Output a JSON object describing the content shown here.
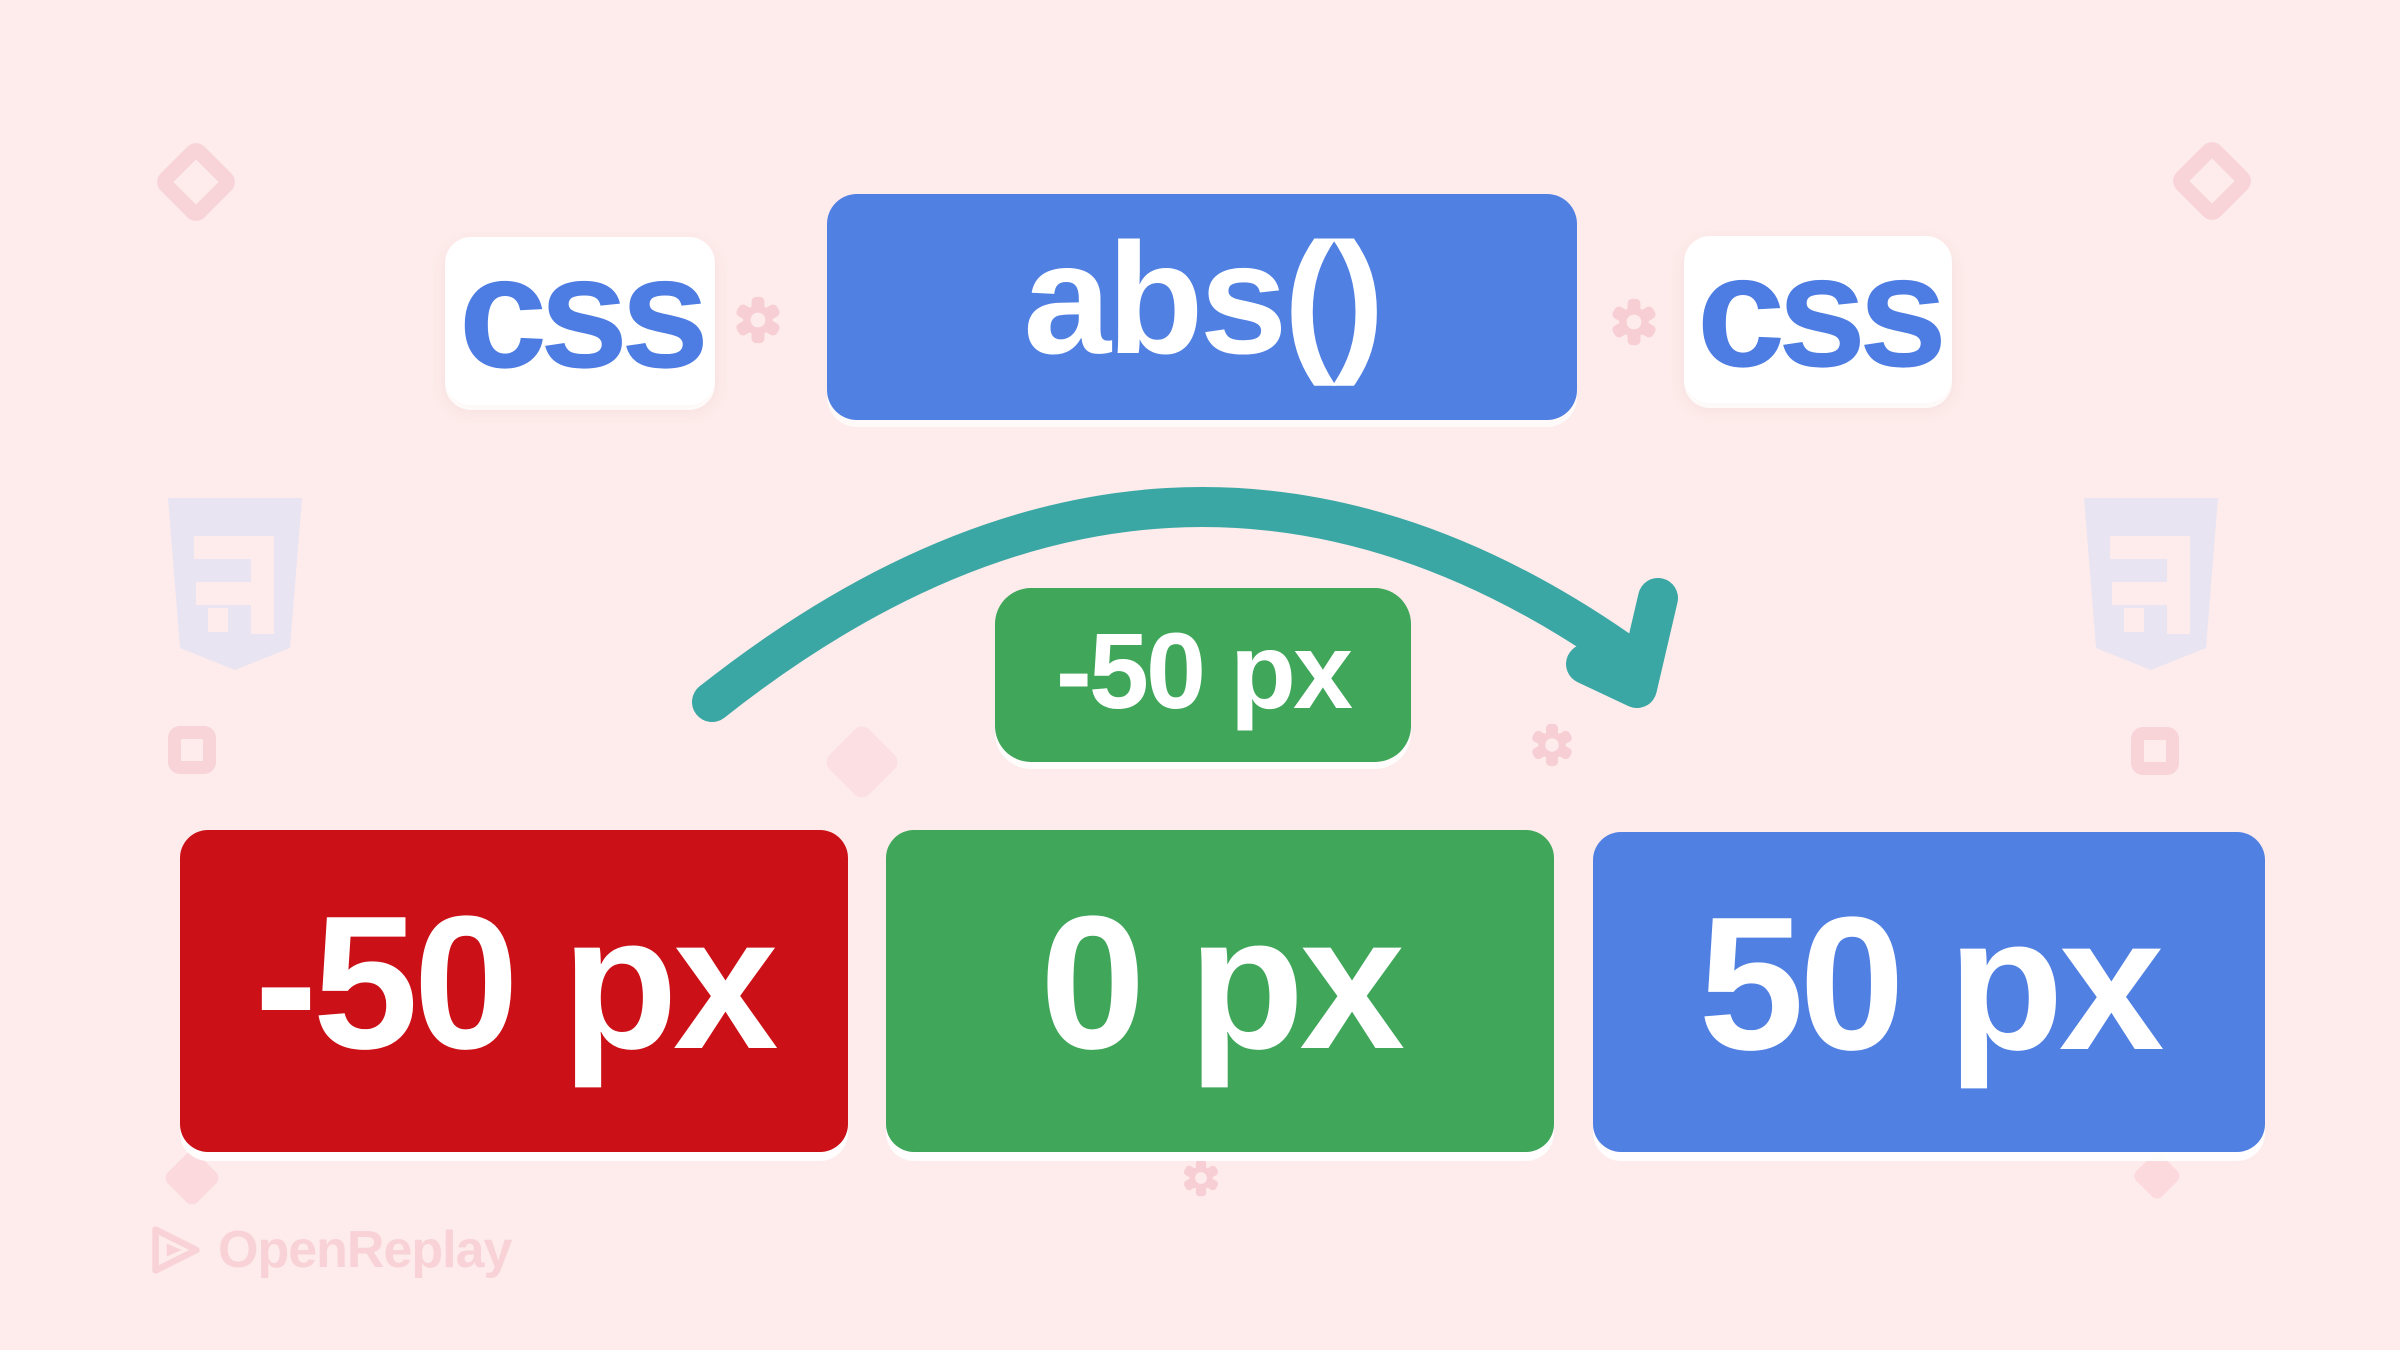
{
  "badges": {
    "css_left": "css",
    "function_name": "abs()",
    "css_right": "css"
  },
  "offset_badge": {
    "label": "-50 px"
  },
  "number_boxes": [
    {
      "label": "-50 px",
      "color": "#cb1117"
    },
    {
      "label": "0 px",
      "color": "#3fa65a"
    },
    {
      "label": "50 px",
      "color": "#5180e3"
    }
  ],
  "arrow": {
    "color": "#3aa7a4",
    "direction": "left-to-right"
  },
  "watermark": {
    "text": "OpenReplay"
  },
  "decorations": [
    "css3-shield-icon",
    "gear-icon",
    "diamond-icon",
    "square-icon",
    "play-triangle-icon"
  ],
  "colors": {
    "background": "#fdeceb",
    "blue": "#5180e3",
    "blue_text": "#4d7ce3",
    "green": "#3fa65a",
    "red": "#cb1117",
    "teal": "#3aa7a4",
    "white": "#ffffff",
    "decoration_pink": "#f8d3d8",
    "shield_lavender": "#e9e4f2"
  }
}
